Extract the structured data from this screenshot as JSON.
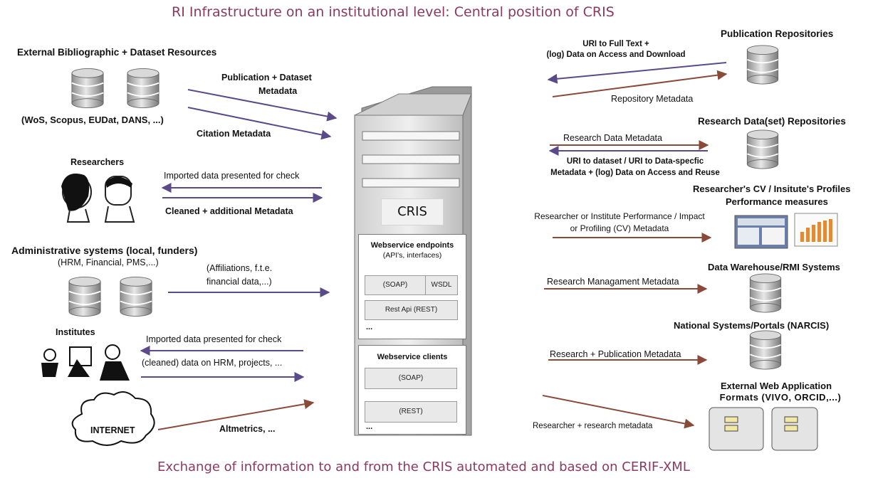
{
  "title": "RI Infrastructure on an institutional level: Central position of CRIS",
  "footer": {
    "text": "Exchange of information to and from the CRIS automated and based on CERIF-XML"
  },
  "server": {
    "label": "CRIS",
    "endpoints_title": "Webservice endpoints",
    "endpoints_sub": "(API's, interfaces)",
    "soap": "(SOAP)",
    "wsdl": "WSDL",
    "rest_api": "Rest Api (REST)",
    "dots": "...",
    "clients_title": "Webservice clients",
    "client_soap": "(SOAP)",
    "client_rest": "(REST)",
    "dots2": "..."
  },
  "left": {
    "ext_title": "External Bibliographic + Dataset Resources",
    "ext_sub": "(WoS, Scopus, EUDat, DANS, ...)",
    "pub_meta": "Publication + Dataset",
    "pub_meta2": "Metadata",
    "cit_meta": "Citation Metadata",
    "researchers": "Researchers",
    "imported1": "Imported data presented for check",
    "cleaned1": "Cleaned + additional Metadata",
    "admin_title": "Administrative systems (local, funders)",
    "admin_sub": "(HRM, Financial, PMS,...)",
    "affil1": "(Affiliations, f.t.e.",
    "affil2": "financial data,...)",
    "institutes": "Institutes",
    "imported2": "Imported data presented for check",
    "cleaned2": "(cleaned) data on HRM, projects, ...",
    "internet": "INTERNET",
    "altmetrics": "Altmetrics, ..."
  },
  "right": {
    "pubrepo_title": "Publication Repositories",
    "uri_full1": "URI to Full Text +",
    "uri_full2": "(log) Data on Access and Download",
    "repo_meta": "Repository Metadata",
    "datarepo_title": "Research Data(set) Repositories",
    "research_data_meta": "Research Data Metadata",
    "uri_ds1": "URI to dataset / URI to Data-specfic",
    "uri_ds2": "Metadata + (log) Data on Access and Reuse",
    "cv_title": "Researcher's CV / Insitute's Profiles",
    "perf_title": "Performance measures",
    "perf_meta1": "Researcher or Institute Performance / Impact",
    "perf_meta2": "or Profiling (CV) Metadata",
    "dw_title": "Data Warehouse/RMI Systems",
    "mgmt_meta": "Research Managament Metadata",
    "national_title": "National Systems/Portals (NARCIS)",
    "respub_meta": "Research + Publication Metadata",
    "extweb1": "External Web Application",
    "extweb2": "Formats (VIVO, ORCID,...)",
    "res_meta": "Researcher + research metadata"
  },
  "colors": {
    "title": "#8b3a5e",
    "arrow_in": "#5a4a8a",
    "arrow_out": "#8a4a3a"
  }
}
